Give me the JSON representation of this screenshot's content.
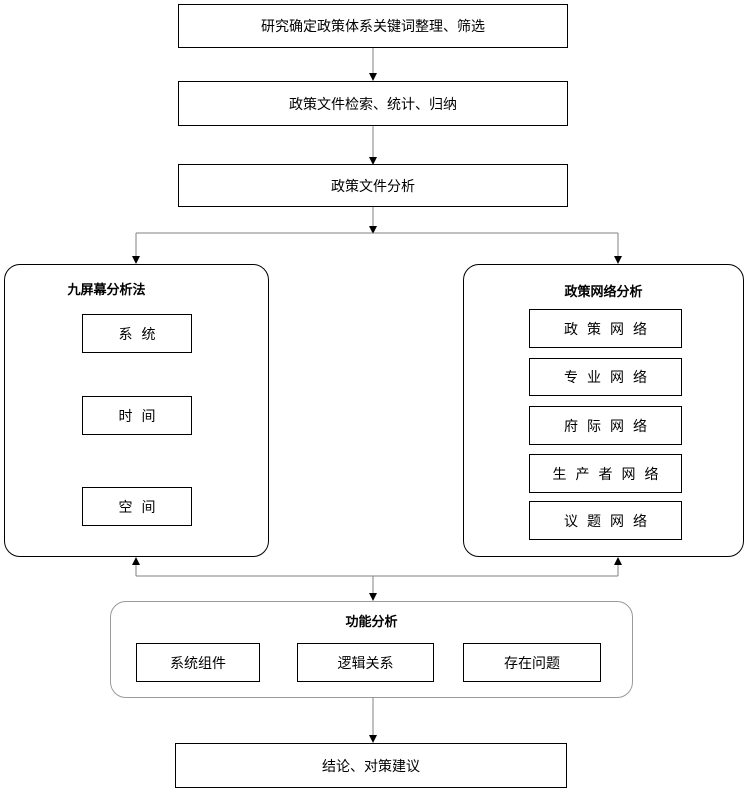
{
  "steps": {
    "step1": "研究确定政策体系关键词整理、筛选",
    "step2": "政策文件检索、统计、归纳",
    "step3": "政策文件分析",
    "final": "结论、对策建议"
  },
  "left_panel": {
    "title": "九屏幕分析法",
    "items": [
      "系统",
      "时间",
      "空间"
    ]
  },
  "right_panel": {
    "title": "政策网络分析",
    "items": [
      "政策网络",
      "专业网络",
      "府际网络",
      "生产者网络",
      "议题网络"
    ]
  },
  "function_panel": {
    "title": "功能分析",
    "items": [
      "系统组件",
      "逻辑关系",
      "存在问题"
    ]
  },
  "colors": {
    "line": "#808080",
    "border": "#000000",
    "panel_border_light": "#9a9a9a"
  }
}
